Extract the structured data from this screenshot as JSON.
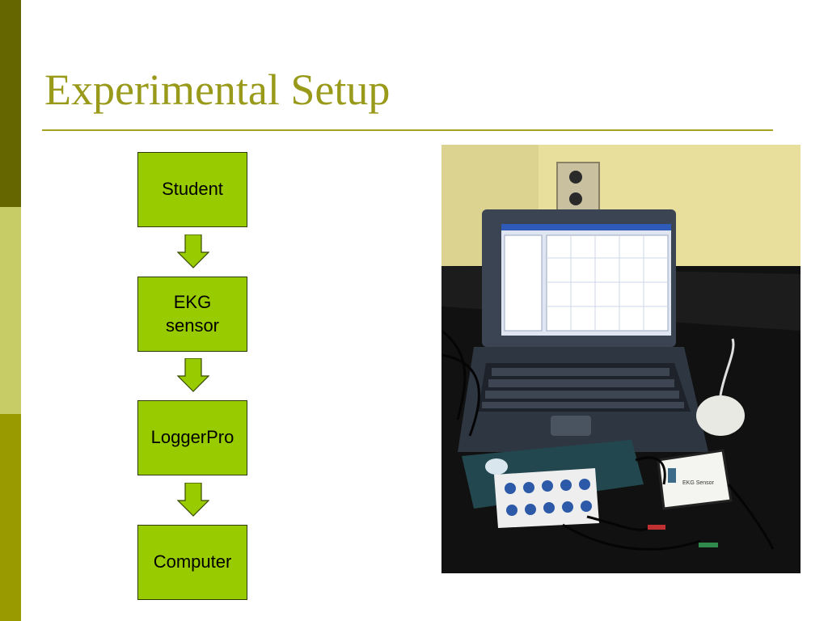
{
  "slide": {
    "title": "Experimental Setup"
  },
  "flowchart": {
    "steps": [
      "Student",
      "EKG\nsensor",
      "LoggerPro",
      "Computer"
    ]
  },
  "colors": {
    "title": "#99991a",
    "box_fill": "#99cc00",
    "arrow_fill": "#99cc00",
    "bar_dark": "#666600",
    "bar_light": "#c8cc66",
    "bar_olive": "#999900"
  },
  "photo": {
    "kind": "photo of laptop connected to EKG sensor interface",
    "sensor_label": "EKG Sensor"
  }
}
